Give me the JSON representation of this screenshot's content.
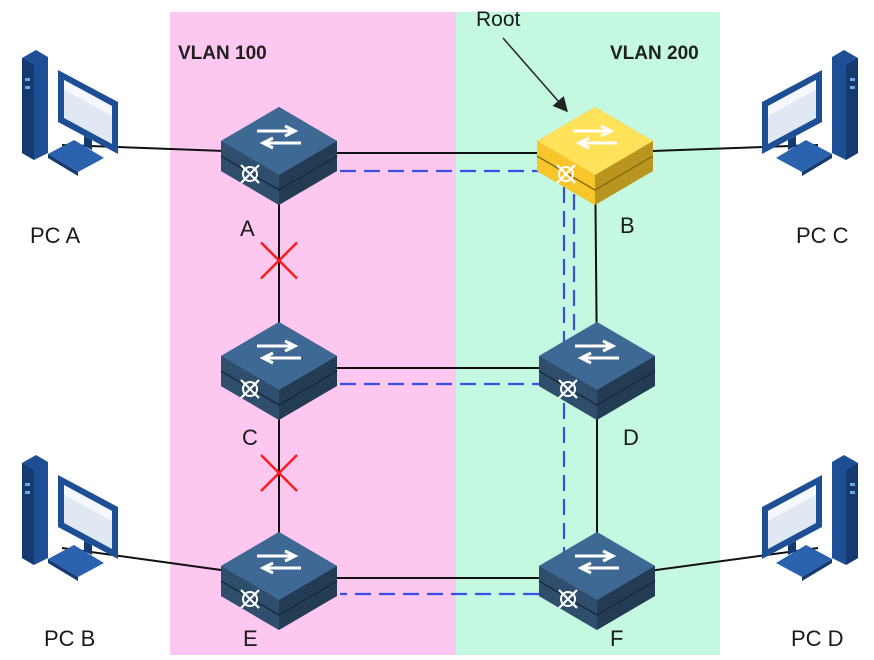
{
  "vlans": [
    {
      "label": "VLAN 100",
      "color": "#fcc8ef"
    },
    {
      "label": "VLAN 200",
      "color": "#c4f8e0"
    }
  ],
  "root_label": "Root",
  "switches": [
    {
      "id": "A",
      "label": "A",
      "root": false
    },
    {
      "id": "B",
      "label": "B",
      "root": true
    },
    {
      "id": "C",
      "label": "C",
      "root": false
    },
    {
      "id": "D",
      "label": "D",
      "root": false
    },
    {
      "id": "E",
      "label": "E",
      "root": false
    },
    {
      "id": "F",
      "label": "F",
      "root": false
    }
  ],
  "pcs": [
    {
      "id": "pc-a",
      "label": "PC A"
    },
    {
      "id": "pc-b",
      "label": "PC B"
    },
    {
      "id": "pc-c",
      "label": "PC C"
    },
    {
      "id": "pc-d",
      "label": "PC D"
    }
  ],
  "links": [
    {
      "from": "pc-a",
      "to": "A"
    },
    {
      "from": "A",
      "to": "B"
    },
    {
      "from": "B",
      "to": "pc-c"
    },
    {
      "from": "A",
      "to": "C",
      "blocked": true
    },
    {
      "from": "B",
      "to": "D"
    },
    {
      "from": "C",
      "to": "D"
    },
    {
      "from": "C",
      "to": "E",
      "blocked": true
    },
    {
      "from": "D",
      "to": "F"
    },
    {
      "from": "pc-b",
      "to": "E"
    },
    {
      "from": "E",
      "to": "F"
    },
    {
      "from": "F",
      "to": "pc-d"
    }
  ],
  "vlan200_path_color": "#3a4ee8",
  "blocked_marker_color": "#ff1a1a",
  "switch_colors": {
    "normal": "#2f4e6e",
    "root": "#f7c62a"
  }
}
